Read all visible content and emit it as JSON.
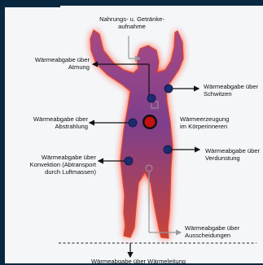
{
  "labels": {
    "intake": [
      "Nahrungs- u. Getränke-",
      "aufnahme"
    ],
    "breathing": [
      "Wärmeabgabe über",
      "Atmung"
    ],
    "sweating": [
      "Wärmeabgabe über",
      "Schwitzen"
    ],
    "radiation": [
      "Wärmeabgabe über",
      "Abstrahlung"
    ],
    "production": [
      "Wärmeerzeugung",
      "im Körperinneren"
    ],
    "convection": [
      "Wärmeabgabe über",
      "Konvektion (Abtransport",
      "durch Luftmassen)"
    ],
    "evaporation": [
      "Wärmeabgabe über",
      "Verdunstung"
    ],
    "excretion": [
      "Wärmeabgabe über",
      "Ausscheidungen"
    ],
    "conduction": [
      "Wärmeabgabe über Wärmeleitung"
    ]
  },
  "colors": {
    "background_dark": "#0a2740",
    "panel": "#f4f6f8",
    "glow": "#ff3a1a",
    "body_fill": "#8a3c86",
    "dot": "#1c2c6e",
    "core": "#c40f14",
    "arrow": "#111111",
    "gray_arrow": "#999999"
  }
}
